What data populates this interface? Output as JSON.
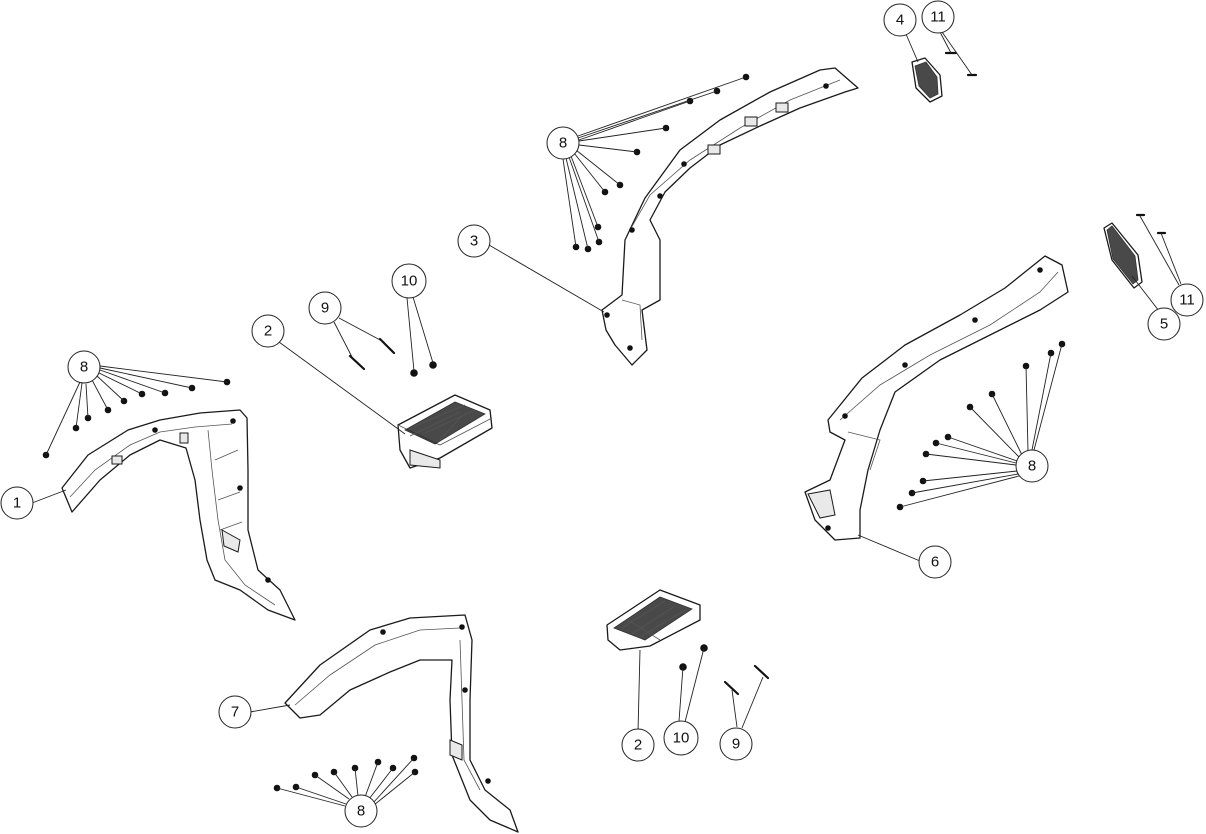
{
  "callouts": [
    {
      "id": "c-1",
      "label": "1"
    },
    {
      "id": "c-2a",
      "label": "2"
    },
    {
      "id": "c-2b",
      "label": "2"
    },
    {
      "id": "c-3",
      "label": "3"
    },
    {
      "id": "c-4",
      "label": "4"
    },
    {
      "id": "c-5",
      "label": "5"
    },
    {
      "id": "c-6",
      "label": "6"
    },
    {
      "id": "c-7",
      "label": "7"
    },
    {
      "id": "c-8a",
      "label": "8"
    },
    {
      "id": "c-8b",
      "label": "8"
    },
    {
      "id": "c-8c",
      "label": "8"
    },
    {
      "id": "c-8d",
      "label": "8"
    },
    {
      "id": "c-9a",
      "label": "9"
    },
    {
      "id": "c-9b",
      "label": "9"
    },
    {
      "id": "c-10a",
      "label": "10"
    },
    {
      "id": "c-10b",
      "label": "10"
    },
    {
      "id": "c-11a",
      "label": "11"
    },
    {
      "id": "c-11b",
      "label": "11"
    }
  ]
}
